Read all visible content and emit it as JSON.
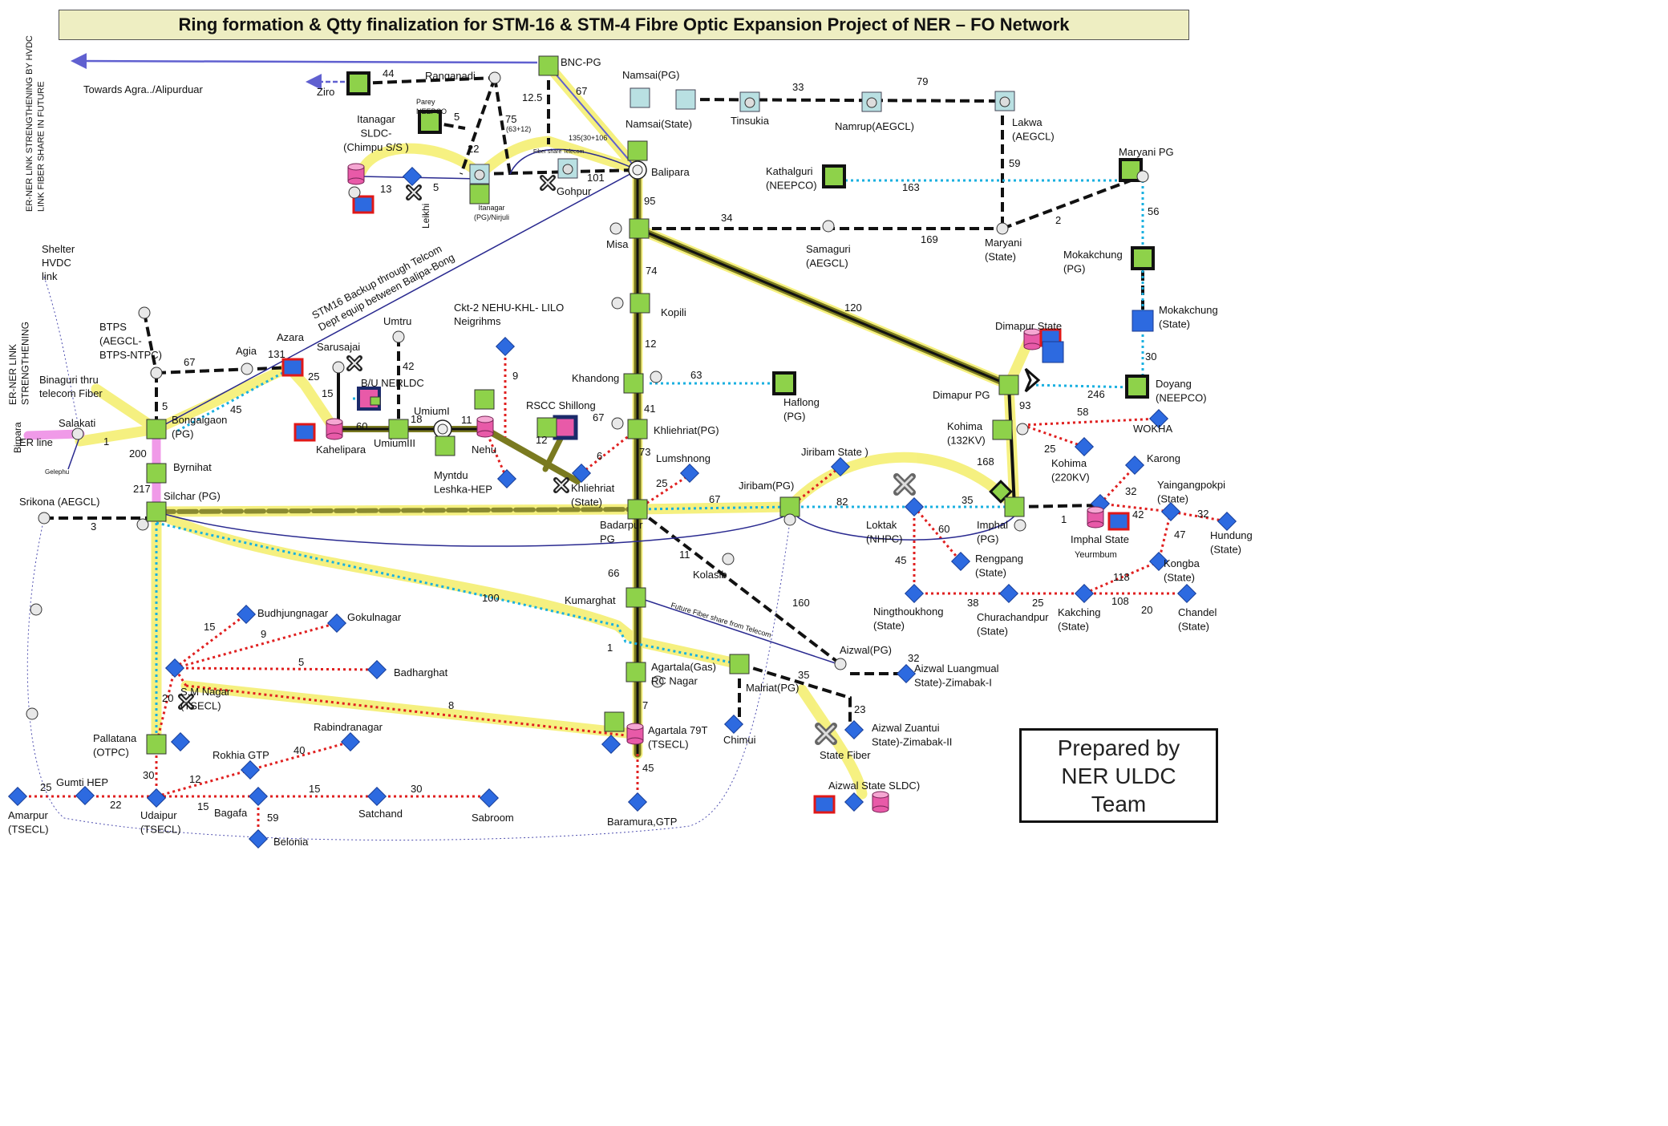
{
  "title": "Ring formation & Qtty finalization for STM-16 & STM-4 Fibre Optic Expansion Project of NER – FO Network",
  "prepared_by": [
    "Prepared by",
    "NER ULDC",
    "Team"
  ],
  "side_notes": {
    "hvdc_future": [
      "ER-NER LINK STRENGTHENING BY HVDC",
      "LINK  FIBER SHARE IN FUTURE"
    ],
    "er_ner": [
      "ER-NER LINK",
      "STRENGTHENING"
    ],
    "birpara": "Birpara",
    "shelter": [
      "Shelter",
      "HVDC",
      "link"
    ],
    "towards": "Towards Agra../Alipurduar",
    "stm16_backup": [
      "STM16 Backup through Telcom",
      "Dept  equip between Balipa-Bong"
    ],
    "ckt2": [
      "Ckt-2 NEHU-KHL- LILO",
      "Neigrihms"
    ],
    "future_fiber": [
      "Future  Fiber share from  Telecom"
    ],
    "fiber_share": "Fiber share  Telecom",
    "er_line": "ER line",
    "binaguri": [
      "Binaguri thru",
      "telecom Fiber"
    ],
    "gelephu": "Gelephu"
  },
  "station_labels": [
    {
      "id": "bnc",
      "lines": [
        "BNC-PG"
      ]
    },
    {
      "id": "ranganadi",
      "lines": [
        "Ranganadi"
      ]
    },
    {
      "id": "ziro",
      "lines": [
        "Ziro"
      ]
    },
    {
      "id": "parey",
      "lines": [
        "Parey",
        "NEEPCO"
      ]
    },
    {
      "id": "itanagar_sldc",
      "lines": [
        "Itanagar",
        "SLDC-",
        "(Chimpu S/S )"
      ]
    },
    {
      "id": "leikhi",
      "lines": [
        "Leikhi"
      ]
    },
    {
      "id": "itanagar_pg",
      "lines": [
        "Itanagar",
        "(PG)/Nirjuli"
      ]
    },
    {
      "id": "gohpur",
      "lines": [
        "Gohpur"
      ]
    },
    {
      "id": "namsai_pg",
      "lines": [
        "Namsai(PG)"
      ]
    },
    {
      "id": "namsai_state",
      "lines": [
        "Namsai(State)"
      ]
    },
    {
      "id": "tinsukia",
      "lines": [
        "Tinsukia"
      ]
    },
    {
      "id": "namrup",
      "lines": [
        "Namrup(AEGCL)"
      ]
    },
    {
      "id": "lakwa",
      "lines": [
        "Lakwa",
        "(AEGCL)"
      ]
    },
    {
      "id": "maryani_pg",
      "lines": [
        "Maryani PG"
      ]
    },
    {
      "id": "balipara",
      "lines": [
        "Balipara"
      ]
    },
    {
      "id": "kathalguri",
      "lines": [
        "Kathalguri",
        "(NEEPCO)"
      ]
    },
    {
      "id": "misa",
      "lines": [
        "Misa"
      ]
    },
    {
      "id": "samaguri",
      "lines": [
        "Samaguri",
        "(AEGCL)"
      ]
    },
    {
      "id": "maryani_state",
      "lines": [
        "Maryani",
        "(State)"
      ]
    },
    {
      "id": "mokakchung_pg",
      "lines": [
        "Mokakchung",
        "(PG)"
      ]
    },
    {
      "id": "mokakchung_state",
      "lines": [
        "Mokakchung",
        "(State)"
      ]
    },
    {
      "id": "kopili",
      "lines": [
        "Kopili"
      ]
    },
    {
      "id": "btps",
      "lines": [
        "BTPS",
        "(AEGCL-",
        "BTPS-NTPC)"
      ]
    },
    {
      "id": "agia",
      "lines": [
        "Agia"
      ]
    },
    {
      "id": "azara",
      "lines": [
        "Azara"
      ]
    },
    {
      "id": "sarusajai",
      "lines": [
        "Sarusajai"
      ]
    },
    {
      "id": "umtru",
      "lines": [
        "Umtru"
      ]
    },
    {
      "id": "bu_nerldc",
      "lines": [
        "B/U NERLDC"
      ]
    },
    {
      "id": "dimapur_state",
      "lines": [
        "Dimapur State"
      ]
    },
    {
      "id": "khandong",
      "lines": [
        "Khandong"
      ]
    },
    {
      "id": "haflong",
      "lines": [
        "Haflong",
        "(PG)"
      ]
    },
    {
      "id": "dimapur_pg",
      "lines": [
        "Dimapur PG"
      ]
    },
    {
      "id": "doyang",
      "lines": [
        "Doyang",
        "(NEEPCO)"
      ]
    },
    {
      "id": "salakati",
      "lines": [
        "Salakati"
      ]
    },
    {
      "id": "bongaigaon",
      "lines": [
        "Bongaigaon",
        "(PG)"
      ]
    },
    {
      "id": "kahelipara",
      "lines": [
        "Kahelipara"
      ]
    },
    {
      "id": "umiumiii",
      "lines": [
        "UmiumIII"
      ]
    },
    {
      "id": "umiumi",
      "lines": [
        "UmiumI"
      ]
    },
    {
      "id": "nehu",
      "lines": [
        "Nehu"
      ]
    },
    {
      "id": "rscc",
      "lines": [
        "RSCC Shillong"
      ]
    },
    {
      "id": "khliehriat_pg",
      "lines": [
        "Khliehriat(PG)"
      ]
    },
    {
      "id": "kohima132",
      "lines": [
        "Kohima",
        "(132KV)"
      ]
    },
    {
      "id": "wokha",
      "lines": [
        "WOKHA"
      ]
    },
    {
      "id": "kohima220",
      "lines": [
        "Kohima",
        "(220KV)"
      ]
    },
    {
      "id": "byrnihat",
      "lines": [
        "Byrnihat"
      ]
    },
    {
      "id": "myntdu",
      "lines": [
        "Myntdu",
        "Leshka-HEP"
      ]
    },
    {
      "id": "khliehriat_state",
      "lines": [
        "Khliehriat",
        "(State)"
      ]
    },
    {
      "id": "lumshnong",
      "lines": [
        "Lumshnong"
      ]
    },
    {
      "id": "jiribam_state",
      "lines": [
        "Jiribam State )"
      ]
    },
    {
      "id": "karong",
      "lines": [
        "Karong"
      ]
    },
    {
      "id": "yaingangpokpi",
      "lines": [
        "Yaingangpokpi",
        "(State)"
      ]
    },
    {
      "id": "srikona",
      "lines": [
        "Srikona (AEGCL)"
      ]
    },
    {
      "id": "silchar",
      "lines": [
        "Silchar  (PG)"
      ]
    },
    {
      "id": "jiribam_pg",
      "lines": [
        "Jiribam(PG)"
      ]
    },
    {
      "id": "badarpur",
      "lines": [
        "Badarpur",
        "PG"
      ]
    },
    {
      "id": "loktak",
      "lines": [
        "Loktak",
        "(NHPC)"
      ]
    },
    {
      "id": "imphal_pg",
      "lines": [
        "Imphal",
        "(PG)"
      ]
    },
    {
      "id": "imphal_state",
      "lines": [
        "Imphal State"
      ]
    },
    {
      "id": "yeurmbum",
      "lines": [
        "Yeurmbum"
      ]
    },
    {
      "id": "hundung",
      "lines": [
        "Hundung",
        "(State)"
      ]
    },
    {
      "id": "kongba",
      "lines": [
        "Kongba",
        "(State)"
      ]
    },
    {
      "id": "rengpang",
      "lines": [
        "Rengpang",
        "(State)"
      ]
    },
    {
      "id": "kolasib",
      "lines": [
        "Kolasib"
      ]
    },
    {
      "id": "kumarghat",
      "lines": [
        "Kumarghat"
      ]
    },
    {
      "id": "ningthoukhong",
      "lines": [
        "Ningthoukhong",
        "(State)"
      ]
    },
    {
      "id": "churachandpur",
      "lines": [
        "Churachandpur",
        "(State)"
      ]
    },
    {
      "id": "kakching",
      "lines": [
        "Kakching",
        "(State)"
      ]
    },
    {
      "id": "chandel",
      "lines": [
        "Chandel",
        "(State)"
      ]
    },
    {
      "id": "budhjungnagar",
      "lines": [
        "Budhjungnagar"
      ]
    },
    {
      "id": "gokulnagar",
      "lines": [
        "Gokulnagar"
      ]
    },
    {
      "id": "badharghat",
      "lines": [
        "Badharghat"
      ]
    },
    {
      "id": "aizwal_pg",
      "lines": [
        "Aizwal(PG)"
      ]
    },
    {
      "id": "aizwal_luangmual",
      "lines": [
        "Aizwal Luangmual",
        "State)-Zimabak-I"
      ]
    },
    {
      "id": "agartala_gas",
      "lines": [
        "Agartala(Gas)",
        "RC Nagar"
      ]
    },
    {
      "id": "malriat",
      "lines": [
        "Malriat(PG)"
      ]
    },
    {
      "id": "sm_nagar",
      "lines": [
        "S.M Nagar",
        "(TSECL)"
      ]
    },
    {
      "id": "agartala79",
      "lines": [
        "Agartala 79T",
        "(TSECL)"
      ]
    },
    {
      "id": "chimui",
      "lines": [
        "Chimui"
      ]
    },
    {
      "id": "aizwal_zuantui",
      "lines": [
        "Aizwal Zuantui",
        "State)-Zimabak-II"
      ]
    },
    {
      "id": "state_fiber",
      "lines": [
        "State Fiber"
      ]
    },
    {
      "id": "pallatana",
      "lines": [
        "Pallatana",
        "(OTPC)"
      ]
    },
    {
      "id": "rabindranagar",
      "lines": [
        "Rabindranagar"
      ]
    },
    {
      "id": "rokhia",
      "lines": [
        "Rokhia GTP"
      ]
    },
    {
      "id": "gumti",
      "lines": [
        "Gumti HEP"
      ]
    },
    {
      "id": "aizwal_sldc",
      "lines": [
        "Aizwal State SLDC)"
      ]
    },
    {
      "id": "amarpur",
      "lines": [
        "Amarpur",
        "(TSECL)"
      ]
    },
    {
      "id": "udaipur",
      "lines": [
        "Udaipur",
        "(TSECL)"
      ]
    },
    {
      "id": "bagafa",
      "lines": [
        "Bagafa"
      ]
    },
    {
      "id": "satchand",
      "lines": [
        "Satchand"
      ]
    },
    {
      "id": "sabroom",
      "lines": [
        "Sabroom"
      ]
    },
    {
      "id": "baramura",
      "lines": [
        "Baramura,GTP"
      ]
    },
    {
      "id": "belonia",
      "lines": [
        "Belonia"
      ]
    }
  ],
  "distance_labels": [
    "44",
    "67",
    "12.5",
    "75",
    "(63+12)",
    "5",
    "22",
    "135(30+106",
    "13",
    "5",
    "101",
    "33",
    "79",
    "59",
    "95",
    "163",
    "34",
    "169",
    "2",
    "56",
    "74",
    "120",
    "12",
    "63",
    "30",
    "67",
    "131",
    "25",
    "15",
    "60",
    "18",
    "11",
    "42",
    "9",
    "5",
    "45",
    "1",
    "200",
    "67",
    "12",
    "6",
    "41",
    "73",
    "25",
    "58",
    "25",
    "168",
    "217",
    "3",
    "67",
    "82",
    "35",
    "1",
    "42",
    "32",
    "47",
    "60",
    "32",
    "108",
    "11",
    "45",
    "118",
    "66",
    "160",
    "100",
    "1",
    "32",
    "38",
    "25",
    "20",
    "15",
    "9",
    "5",
    "35",
    "20",
    "8",
    "7",
    "23",
    "40",
    "12",
    "30",
    "45",
    "25",
    "22",
    "15",
    "15",
    "30",
    "59",
    "93",
    "246"
  ],
  "legend_colors": {
    "stm16_highlight": "#f5f07a",
    "backbone": "#111111",
    "red_dotted": "#e02020",
    "cyan_dotted": "#1ab0e0",
    "blue_line": "#2a2a90",
    "green_node": "#8ed24a",
    "blue_node": "#2d6ae0",
    "pink_node": "#e85aa8",
    "teal_node": "#b9e0e2"
  }
}
